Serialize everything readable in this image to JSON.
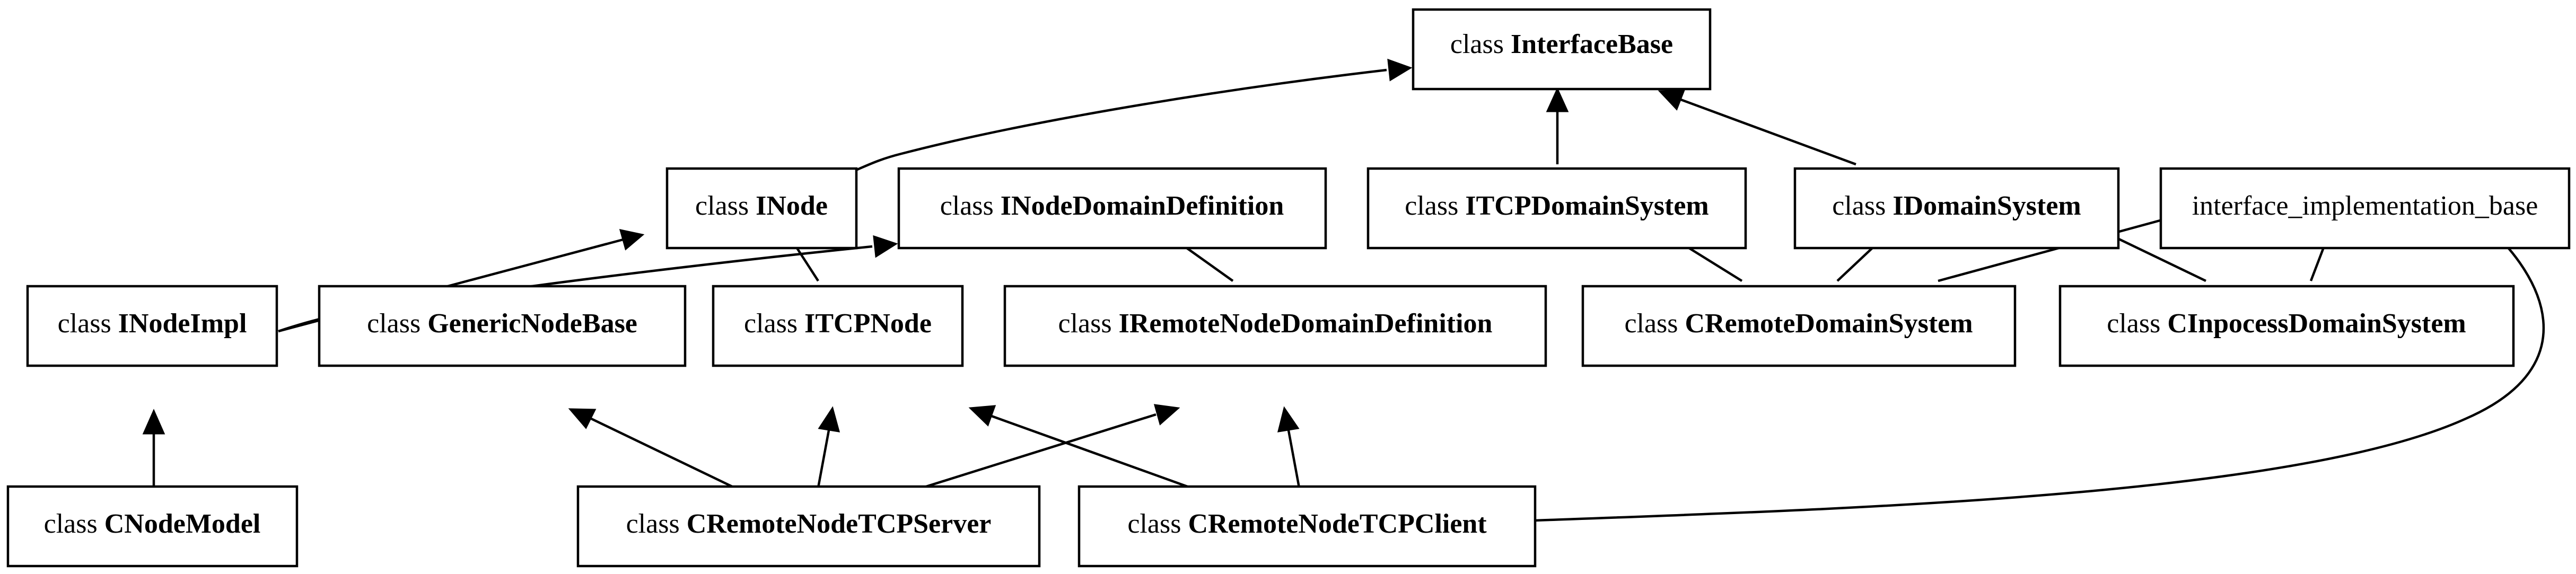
{
  "diagram": {
    "type": "class-inheritance-graph",
    "nodes": {
      "interfacebase": {
        "prefix": "class ",
        "name": "InterfaceBase"
      },
      "inode": {
        "prefix": "class ",
        "name": "INode"
      },
      "inodedomaindef": {
        "prefix": "class ",
        "name": "INodeDomainDefinition"
      },
      "itcpdomainsystem": {
        "prefix": "class ",
        "name": "ITCPDomainSystem"
      },
      "idomainsystem": {
        "prefix": "class ",
        "name": "IDomainSystem"
      },
      "iimplbase": {
        "prefix": "",
        "name": "interface_implementation_base"
      },
      "inodeimpl": {
        "prefix": "class ",
        "name": "INodeImpl"
      },
      "genericnodebase": {
        "prefix": "class ",
        "name": "GenericNodeBase"
      },
      "itcpnode": {
        "prefix": "class ",
        "name": "ITCPNode"
      },
      "iremotenodedomaindef": {
        "prefix": "class ",
        "name": "IRemoteNodeDomainDefinition"
      },
      "cremotedomainsystem": {
        "prefix": "class ",
        "name": "CRemoteDomainSystem"
      },
      "cinpocessdomainsystem": {
        "prefix": "class ",
        "name": "CInpocessDomainSystem"
      },
      "cnodemodel": {
        "prefix": "class ",
        "name": "CNodeModel"
      },
      "cremotenodetcpserver": {
        "prefix": "class ",
        "name": "CRemoteNodeTCPServer"
      },
      "cremotenodetcpclient": {
        "prefix": "class ",
        "name": "CRemoteNodeTCPClient"
      }
    },
    "edges": [
      {
        "from": "inode",
        "to": "interfacebase"
      },
      {
        "from": "itcpdomainsystem",
        "to": "interfacebase"
      },
      {
        "from": "idomainsystem",
        "to": "interfacebase"
      },
      {
        "from": "inodeimpl",
        "to": "inode"
      },
      {
        "from": "inodeimpl",
        "to": "inodedomaindef"
      },
      {
        "from": "itcpnode",
        "to": "inode"
      },
      {
        "from": "iremotenodedomaindef",
        "to": "inodedomaindef"
      },
      {
        "from": "cremotedomainsystem",
        "to": "itcpdomainsystem"
      },
      {
        "from": "cremotedomainsystem",
        "to": "idomainsystem"
      },
      {
        "from": "cremotedomainsystem",
        "to": "iimplbase"
      },
      {
        "from": "cinpocessdomainsystem",
        "to": "idomainsystem"
      },
      {
        "from": "cinpocessdomainsystem",
        "to": "iimplbase"
      },
      {
        "from": "cnodemodel",
        "to": "inodeimpl"
      },
      {
        "from": "cremotenodetcpserver",
        "to": "genericnodebase"
      },
      {
        "from": "cremotenodetcpserver",
        "to": "itcpnode"
      },
      {
        "from": "cremotenodetcpserver",
        "to": "iremotenodedomaindef"
      },
      {
        "from": "cremotenodetcpclient",
        "to": "itcpnode"
      },
      {
        "from": "cremotenodetcpclient",
        "to": "iremotenodedomaindef"
      },
      {
        "from": "cremotenodetcpclient",
        "to": "iimplbase"
      }
    ]
  }
}
